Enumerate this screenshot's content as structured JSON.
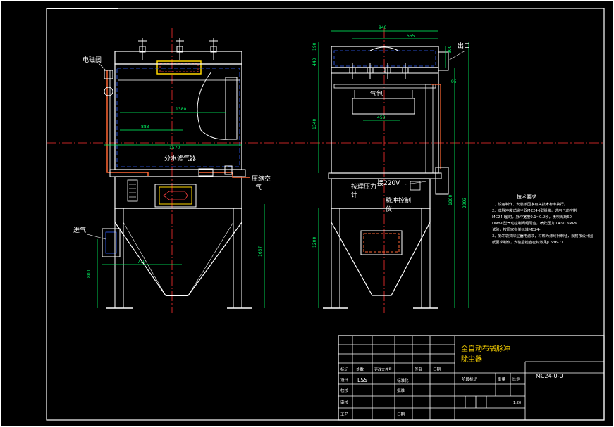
{
  "drawing": {
    "left_view": {
      "labels": {
        "solenoid": "电磁阀",
        "splitter": "分水滤气器",
        "compressed_air": "压缩空",
        "compressed_air2": "气",
        "inlet": "进气"
      },
      "dims": {
        "d1380": "1380",
        "d883": "883",
        "d1570": "1570",
        "d770": "770",
        "d800": "800",
        "d1657": "1657"
      }
    },
    "right_view": {
      "labels": {
        "outlet": "出口",
        "air_bag": "气包",
        "diff_gauge_1": "按理压力",
        "diff_gauge_2": "计",
        "voltage": "接220V",
        "controller_1": "脉冲控制",
        "controller_2": "仪"
      },
      "dims": {
        "d940": "940",
        "d555": "555",
        "d450": "450",
        "d95": "95",
        "d300": "300",
        "d190": "190",
        "d440": "440",
        "d1340": "1340",
        "d1200": "1200",
        "d1860": "1860",
        "d2993": "2993"
      }
    },
    "tech_notes": {
      "title": "技术要求",
      "lines": [
        "1、设备制作、安装按国家有关技术标准执行。",
        "2、本脉冲袋式除尘器MC24-I型组装，选用气动控制",
        "MC24-I型时，脉冲宽度0.1~0.2秒，喷吹周期60",
        "DMY-II型气动控制阀组配合，喷吹压力0.4~0.6MPa",
        "试验，按国家有关标准MC24-I",
        "3、脉冲袋式除尘器用滤袋，材料为涤纶针刺毡，规格按设计图",
        "纸要求制作，安装后检查密封效果JC536-71"
      ]
    },
    "title_block": {
      "drawing_title_1": "全自动布袋脉冲",
      "drawing_title_2": "除尘器",
      "drawing_no": "MC24-0-0",
      "row_labels": [
        "标记",
        "设计",
        "校核",
        "审核",
        "工艺"
      ],
      "col_labels": [
        "处数",
        "更改文件号",
        "签名",
        "日期"
      ],
      "mid_labels": [
        "标准化",
        "批准",
        "日期"
      ],
      "designer": "LSS",
      "stage_label": "阶段标记",
      "weight_label": "重量",
      "scale_label": "比例",
      "scale_value": "1:20"
    }
  }
}
